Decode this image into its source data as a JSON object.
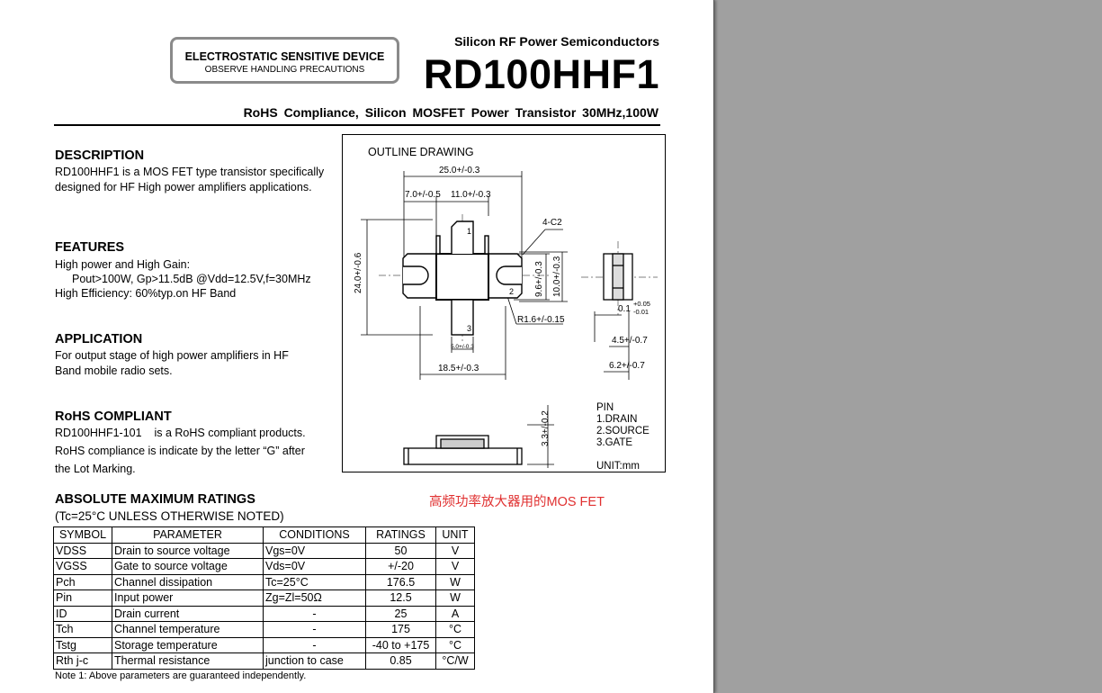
{
  "header": {
    "esd_title": "ELECTROSTATIC SENSITIVE DEVICE",
    "esd_subtitle": "OBSERVE HANDLING PRECAUTIONS",
    "series": "Silicon RF Power Semiconductors",
    "part_number": "RD100HHF1",
    "subtitle": "RoHS Compliance, Silicon MOSFET Power Transistor 30MHz,100W"
  },
  "description": {
    "heading": "DESCRIPTION",
    "line1": "RD100HHF1 is a MOS FET type transistor specifically",
    "line2": "designed for HF High power amplifiers applications."
  },
  "features": {
    "heading": "FEATURES",
    "line1": "High power and High Gain:",
    "line2": "Pout>100W, Gp>11.5dB @Vdd=12.5V,f=30MHz",
    "line3": "High Efficiency: 60%typ.on HF Band"
  },
  "application": {
    "heading": "APPLICATION",
    "line1": "For output stage of high power amplifiers in HF",
    "line2": "Band mobile radio sets."
  },
  "rohs": {
    "heading": "RoHS COMPLIANT",
    "line1": "RD100HHF1-101    is a RoHS compliant products.",
    "line2": "RoHS compliance is indicate by the letter “G” after",
    "line3": "the Lot Marking."
  },
  "outline": {
    "title": "OUTLINE DRAWING",
    "dim_total_width": "25.0+/-0.3",
    "dim_left": "7.0+/-0.5",
    "dim_mid": "11.0+/-0.3",
    "dim_chamfer": "4-C2",
    "dim_height": "24.0+/-0.6",
    "dim_body_h1": "9.6+/-0.3",
    "dim_body_h2": "10.0+/-0.3",
    "dim_radius": "R1.6+/-0.15",
    "dim_lead_w": "5.0+/-0.3",
    "dim_base_w": "18.5+/-0.3",
    "dim_lead_thk": "0.1",
    "dim_lead_thk_tol_plus": "+0.05",
    "dim_lead_thk_tol_minus": "-0.01",
    "dim_side1": "4.5+/-0.7",
    "dim_side2": "6.2+/-0.7",
    "dim_side_height": "3.3+/-0.2",
    "pin1": "1",
    "pin2": "2",
    "pin3": "3",
    "pin_heading": "PIN",
    "pin_drain": "1.DRAIN",
    "pin_source": "2.SOURCE",
    "pin_gate": "3.GATE",
    "unit": "UNIT:mm"
  },
  "annotation_cn": "高频功率放大器用的MOS FET",
  "ratings": {
    "heading": "ABSOLUTE MAXIMUM RATINGS",
    "condition": "(Tc=25°C UNLESS OTHERWISE NOTED)",
    "columns": [
      "SYMBOL",
      "PARAMETER",
      "CONDITIONS",
      "RATINGS",
      "UNIT"
    ],
    "rows": [
      [
        "VDSS",
        "Drain to source voltage",
        "Vgs=0V",
        "50",
        "V"
      ],
      [
        "VGSS",
        "Gate to source voltage",
        "Vds=0V",
        "+/-20",
        "V"
      ],
      [
        "Pch",
        "Channel dissipation",
        "Tc=25°C",
        "176.5",
        "W"
      ],
      [
        "Pin",
        "Input power",
        "Zg=Zl=50Ω",
        "12.5",
        "W"
      ],
      [
        "ID",
        "Drain current",
        "-",
        "25",
        "A"
      ],
      [
        "Tch",
        "Channel temperature",
        "-",
        "175",
        "°C"
      ],
      [
        "Tstg",
        "Storage temperature",
        "-",
        "-40 to +175",
        "°C"
      ],
      [
        "Rth j-c",
        "Thermal resistance",
        "junction to case",
        "0.85",
        "°C/W"
      ]
    ],
    "note": "Note 1: Above parameters are guaranteed independently."
  }
}
